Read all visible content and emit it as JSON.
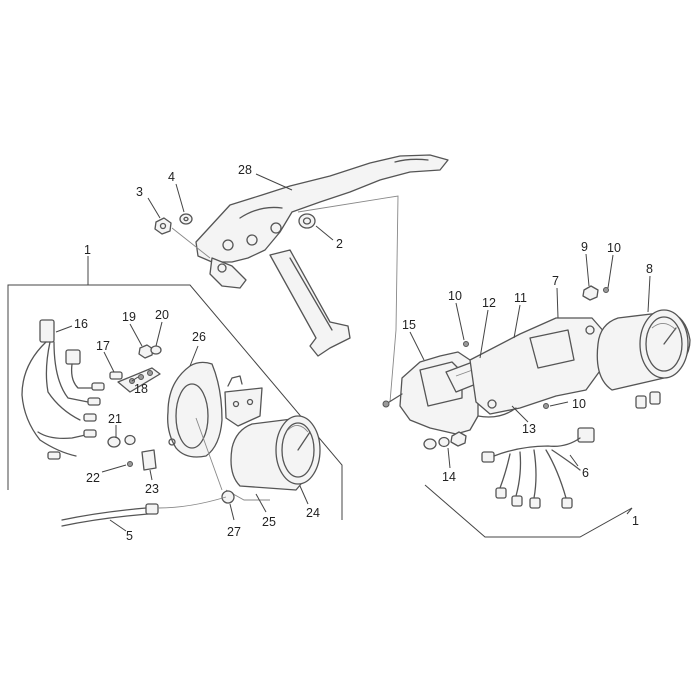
{
  "callouts": [
    {
      "id": "c1a",
      "text": "1"
    },
    {
      "id": "c1b",
      "text": "1"
    },
    {
      "id": "c2",
      "text": "2"
    },
    {
      "id": "c3",
      "text": "3"
    },
    {
      "id": "c4",
      "text": "4"
    },
    {
      "id": "c5",
      "text": "5"
    },
    {
      "id": "c6",
      "text": "6"
    },
    {
      "id": "c7",
      "text": "7"
    },
    {
      "id": "c8",
      "text": "8"
    },
    {
      "id": "c9",
      "text": "9"
    },
    {
      "id": "c10a",
      "text": "10"
    },
    {
      "id": "c10b",
      "text": "10"
    },
    {
      "id": "c10c",
      "text": "10"
    },
    {
      "id": "c11",
      "text": "11"
    },
    {
      "id": "c12",
      "text": "12"
    },
    {
      "id": "c13",
      "text": "13"
    },
    {
      "id": "c14",
      "text": "14"
    },
    {
      "id": "c15",
      "text": "15"
    },
    {
      "id": "c16",
      "text": "16"
    },
    {
      "id": "c17",
      "text": "17"
    },
    {
      "id": "c18",
      "text": "18"
    },
    {
      "id": "c19",
      "text": "19"
    },
    {
      "id": "c20",
      "text": "20"
    },
    {
      "id": "c21",
      "text": "21"
    },
    {
      "id": "c22",
      "text": "22"
    },
    {
      "id": "c23",
      "text": "23"
    },
    {
      "id": "c24",
      "text": "24"
    },
    {
      "id": "c25",
      "text": "25"
    },
    {
      "id": "c26",
      "text": "26"
    },
    {
      "id": "c27",
      "text": "27"
    },
    {
      "id": "c28",
      "text": "28"
    }
  ]
}
